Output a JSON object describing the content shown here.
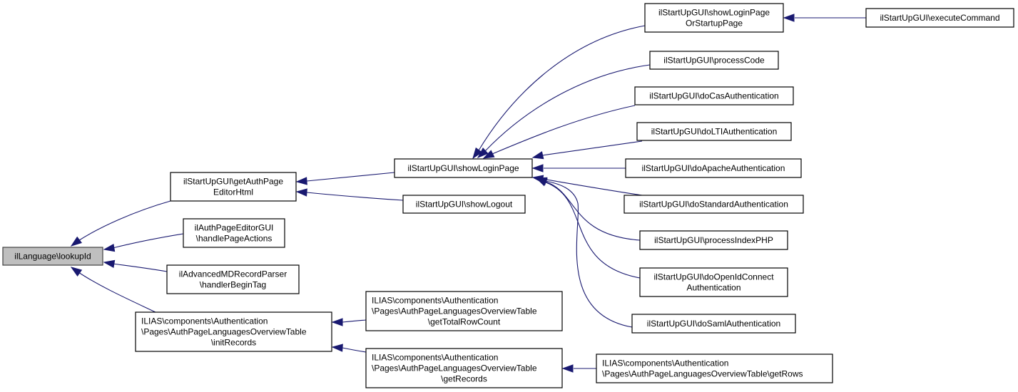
{
  "graph": {
    "type": "caller-graph",
    "colors": {
      "edge": "#191970",
      "focus_fill": "#bfbfbf",
      "node_fill": "#ffffff",
      "node_border": "#000000"
    },
    "nodes": [
      {
        "id": "lookupId",
        "lines": [
          "ilLanguage\\lookupId"
        ],
        "focus": true
      },
      {
        "id": "getAuthPageEditorHtml",
        "lines": [
          "ilStartUpGUI\\getAuthPage",
          "EditorHtml"
        ]
      },
      {
        "id": "handlePageActions",
        "lines": [
          "ilAuthPageEditorGUI",
          "\\handlePageActions"
        ]
      },
      {
        "id": "handlerBeginTag",
        "lines": [
          "ilAdvancedMDRecordParser",
          "\\handlerBeginTag"
        ]
      },
      {
        "id": "initRecords",
        "lines": [
          "ILIAS\\components\\Authentication",
          "\\Pages\\AuthPageLanguagesOverviewTable",
          "\\initRecords"
        ]
      },
      {
        "id": "showLoginPage",
        "lines": [
          "ilStartUpGUI\\showLoginPage"
        ]
      },
      {
        "id": "showLogout",
        "lines": [
          "ilStartUpGUI\\showLogout"
        ]
      },
      {
        "id": "getTotalRowCount",
        "lines": [
          "ILIAS\\components\\Authentication",
          "\\Pages\\AuthPageLanguagesOverviewTable",
          "\\getTotalRowCount"
        ]
      },
      {
        "id": "getRecords",
        "lines": [
          "ILIAS\\components\\Authentication",
          "\\Pages\\AuthPageLanguagesOverviewTable",
          "\\getRecords"
        ]
      },
      {
        "id": "showLoginPageOrStartupPage",
        "lines": [
          "ilStartUpGUI\\showLoginPage",
          "OrStartupPage"
        ]
      },
      {
        "id": "processCode",
        "lines": [
          "ilStartUpGUI\\processCode"
        ]
      },
      {
        "id": "doCasAuthentication",
        "lines": [
          "ilStartUpGUI\\doCasAuthentication"
        ]
      },
      {
        "id": "doLTIAuthentication",
        "lines": [
          "ilStartUpGUI\\doLTIAuthentication"
        ]
      },
      {
        "id": "doApacheAuthentication",
        "lines": [
          "ilStartUpGUI\\doApacheAuthentication"
        ]
      },
      {
        "id": "doStandardAuthentication",
        "lines": [
          "ilStartUpGUI\\doStandardAuthentication"
        ]
      },
      {
        "id": "processIndexPHP",
        "lines": [
          "ilStartUpGUI\\processIndexPHP"
        ]
      },
      {
        "id": "doOpenIdConnectAuthentication",
        "lines": [
          "ilStartUpGUI\\doOpenIdConnect",
          "Authentication"
        ]
      },
      {
        "id": "doSamlAuthentication",
        "lines": [
          "ilStartUpGUI\\doSamlAuthentication"
        ]
      },
      {
        "id": "executeCommand",
        "lines": [
          "ilStartUpGUI\\executeCommand"
        ]
      },
      {
        "id": "getRows",
        "lines": [
          "ILIAS\\components\\Authentication",
          "\\Pages\\AuthPageLanguagesOverviewTable\\getRows"
        ]
      }
    ],
    "edges": [
      {
        "from": "getAuthPageEditorHtml",
        "to": "lookupId"
      },
      {
        "from": "handlePageActions",
        "to": "lookupId"
      },
      {
        "from": "handlerBeginTag",
        "to": "lookupId"
      },
      {
        "from": "initRecords",
        "to": "lookupId"
      },
      {
        "from": "showLoginPage",
        "to": "getAuthPageEditorHtml"
      },
      {
        "from": "showLogout",
        "to": "getAuthPageEditorHtml"
      },
      {
        "from": "getTotalRowCount",
        "to": "initRecords"
      },
      {
        "from": "getRecords",
        "to": "initRecords"
      },
      {
        "from": "showLoginPageOrStartupPage",
        "to": "showLoginPage"
      },
      {
        "from": "processCode",
        "to": "showLoginPage"
      },
      {
        "from": "doCasAuthentication",
        "to": "showLoginPage"
      },
      {
        "from": "doLTIAuthentication",
        "to": "showLoginPage"
      },
      {
        "from": "doApacheAuthentication",
        "to": "showLoginPage"
      },
      {
        "from": "doStandardAuthentication",
        "to": "showLoginPage"
      },
      {
        "from": "processIndexPHP",
        "to": "showLoginPage"
      },
      {
        "from": "doOpenIdConnectAuthentication",
        "to": "showLoginPage"
      },
      {
        "from": "doSamlAuthentication",
        "to": "showLoginPage"
      },
      {
        "from": "executeCommand",
        "to": "showLoginPageOrStartupPage"
      },
      {
        "from": "getRows",
        "to": "getRecords"
      }
    ]
  }
}
